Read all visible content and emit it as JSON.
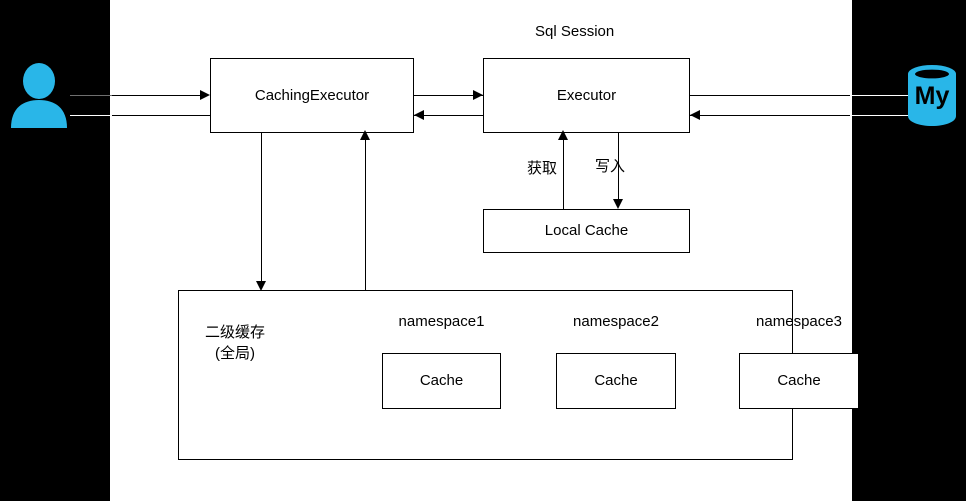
{
  "diagram": {
    "title": "Sql Session",
    "background": "#000000",
    "canvas_color": "#ffffff",
    "accent_color": "#29b6e8",
    "stroke_color": "#000000"
  },
  "actors": {
    "client": {
      "icon": "user-icon",
      "color": "#29b6e8"
    },
    "database": {
      "icon": "mysql-database-icon",
      "label": "My",
      "color": "#29b6e8"
    }
  },
  "nodes": {
    "caching_executor": "CachingExecutor",
    "executor": "Executor",
    "local_cache": "Local Cache",
    "second_level_cache_label_line1": "二级缓存",
    "second_level_cache_label_line2": "(全局)",
    "namespaces": [
      {
        "title": "namespace1",
        "cache": "Cache"
      },
      {
        "title": "namespace2",
        "cache": "Cache"
      },
      {
        "title": "namespace3",
        "cache": "Cache"
      }
    ]
  },
  "edges": {
    "fetch_label": "获取",
    "write_label": "写入"
  }
}
